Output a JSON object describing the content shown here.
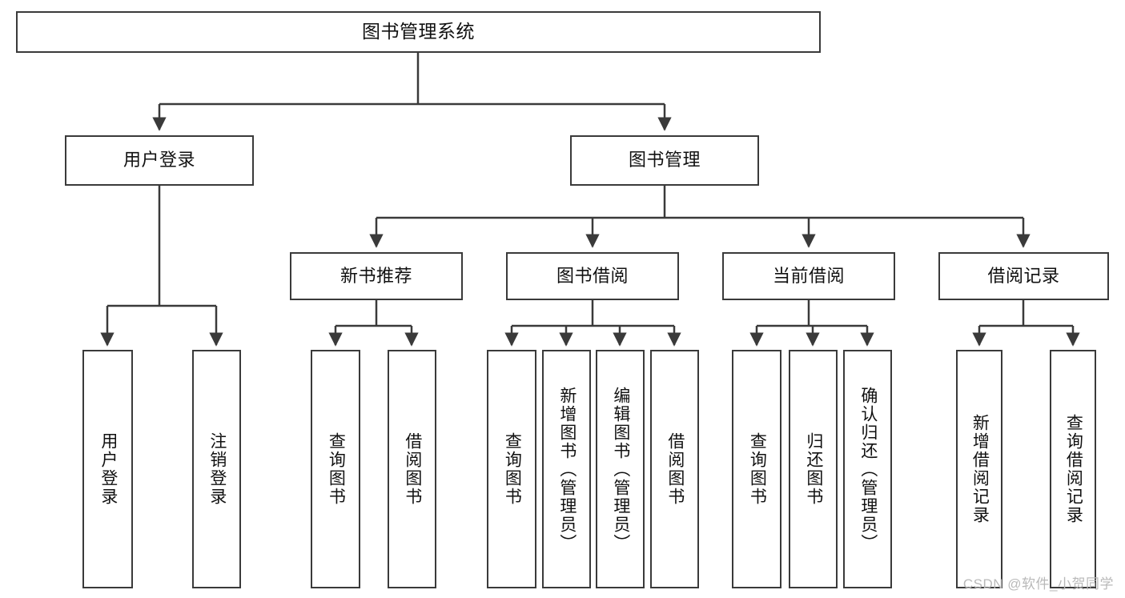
{
  "diagram": {
    "title": "图书管理系统",
    "watermark": "CSDN @软件_小贺同学",
    "line_color": "#3a3a3a",
    "box_fill": "#ffffff",
    "text_color": "#111111",
    "root": {
      "id": "root",
      "label": "图书管理系统"
    },
    "level1": [
      {
        "id": "user-login",
        "label": "用户登录"
      },
      {
        "id": "book-manage",
        "label": "图书管理"
      }
    ],
    "level2": [
      {
        "id": "new-book-recommend",
        "label": "新书推荐",
        "parent": "book-manage"
      },
      {
        "id": "book-borrow",
        "label": "图书借阅",
        "parent": "book-manage"
      },
      {
        "id": "current-borrow",
        "label": "当前借阅",
        "parent": "book-manage"
      },
      {
        "id": "borrow-record",
        "label": "借阅记录",
        "parent": "book-manage"
      }
    ],
    "leaves": [
      {
        "id": "leaf-user-login",
        "label": "用户登录",
        "parent": "user-login"
      },
      {
        "id": "leaf-user-logout",
        "label": "注销登录",
        "parent": "user-login"
      },
      {
        "id": "leaf-query-book-1",
        "label": "查询图书",
        "parent": "new-book-recommend"
      },
      {
        "id": "leaf-borrow-book-1",
        "label": "借阅图书",
        "parent": "new-book-recommend"
      },
      {
        "id": "leaf-query-book-2",
        "label": "查询图书",
        "parent": "book-borrow"
      },
      {
        "id": "leaf-add-book",
        "label": "新增图书（管理员）",
        "parent": "book-borrow"
      },
      {
        "id": "leaf-edit-book",
        "label": "编辑图书（管理员）",
        "parent": "book-borrow"
      },
      {
        "id": "leaf-borrow-book-2",
        "label": "借阅图书",
        "parent": "book-borrow"
      },
      {
        "id": "leaf-query-book-3",
        "label": "查询图书",
        "parent": "current-borrow"
      },
      {
        "id": "leaf-return-book",
        "label": "归还图书",
        "parent": "current-borrow"
      },
      {
        "id": "leaf-confirm-return",
        "label": "确认归还（管理员）",
        "parent": "current-borrow"
      },
      {
        "id": "leaf-add-record",
        "label": "新增借阅记录",
        "parent": "borrow-record"
      },
      {
        "id": "leaf-query-record",
        "label": "查询借阅记录",
        "parent": "borrow-record"
      }
    ]
  }
}
